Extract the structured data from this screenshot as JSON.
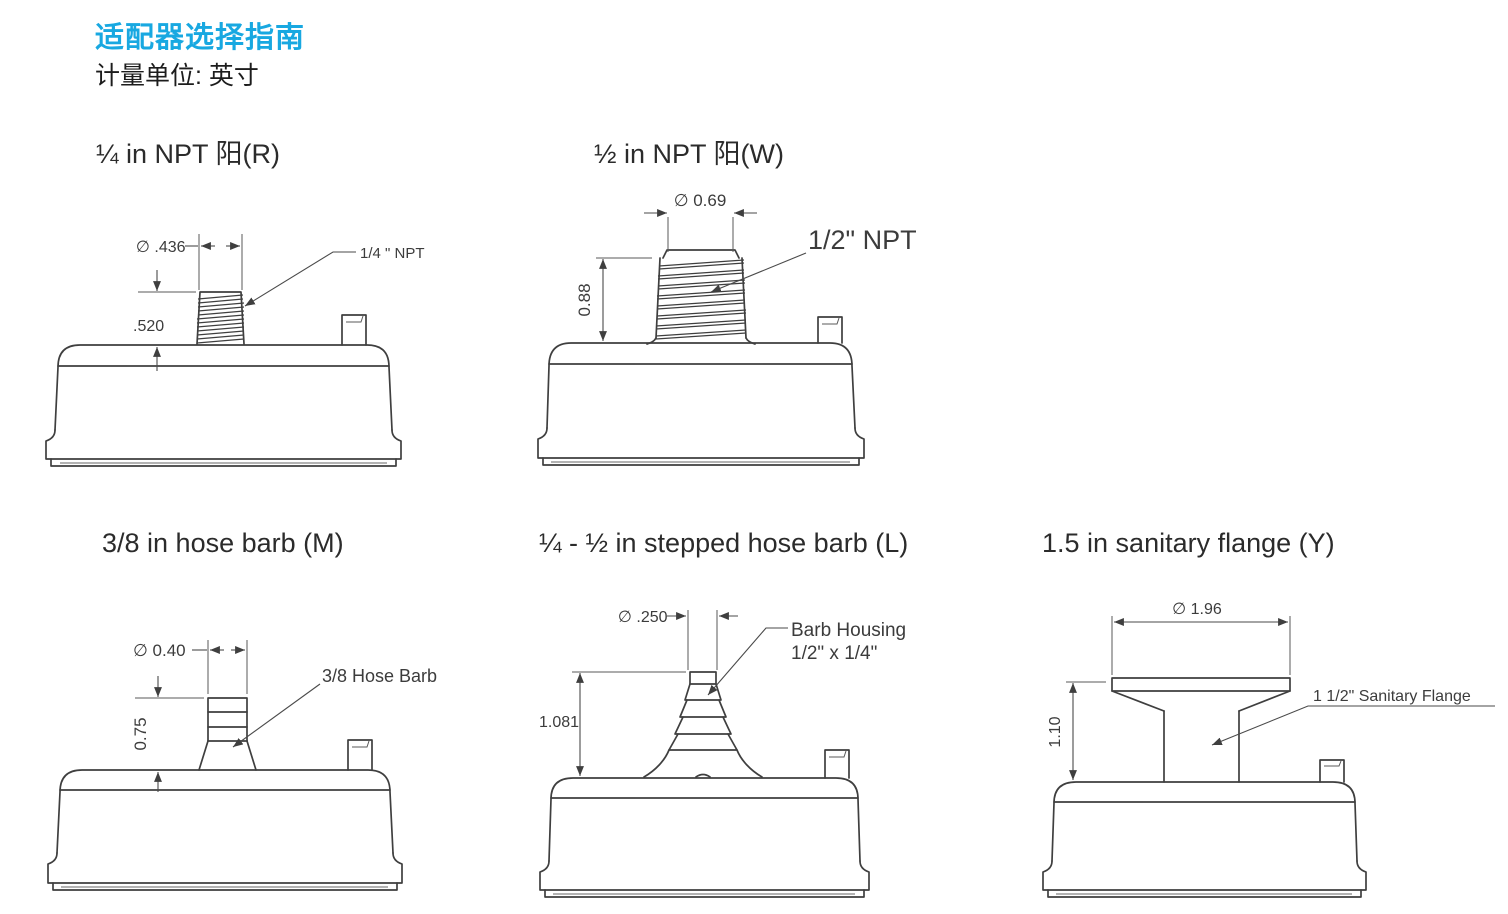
{
  "page": {
    "title": "适配器选择指南",
    "subtitle": "计量单位: 英寸",
    "accent_color": "#18a8e1",
    "line_color": "#3f3f3f"
  },
  "adapters": [
    {
      "code": "R",
      "heading": "¼ in NPT 阳(R)",
      "dims": {
        "diameter": "∅ .436",
        "height": ".520"
      },
      "callout": "1/4 \" NPT"
    },
    {
      "code": "W",
      "heading": "½ in NPT 阳(W)",
      "dims": {
        "diameter": "∅ 0.69",
        "height": "0.88"
      },
      "callout": "1/2\" NPT"
    },
    {
      "code": "M",
      "heading": "3/8 in hose barb (M)",
      "dims": {
        "diameter": "∅ 0.40",
        "height": "0.75"
      },
      "callout": "3/8 Hose Barb"
    },
    {
      "code": "L",
      "heading": "¼ - ½ in stepped hose barb (L)",
      "dims": {
        "diameter": "∅ .250",
        "height": "1.081"
      },
      "callout_line1": "Barb Housing",
      "callout_line2": "1/2\" x 1/4\""
    },
    {
      "code": "Y",
      "heading": "1.5 in sanitary flange (Y)",
      "dims": {
        "diameter": "∅ 1.96",
        "height": "1.10"
      },
      "callout": "1 1/2\" Sanitary Flange"
    }
  ]
}
